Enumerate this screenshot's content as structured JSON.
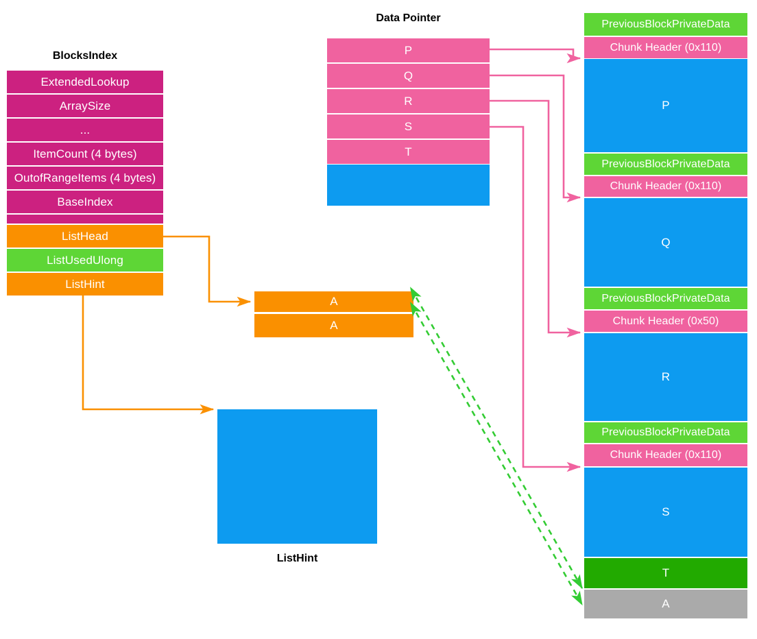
{
  "diagram": {
    "title_blocksindex": "BlocksIndex",
    "title_datapointer": "Data Pointer",
    "title_listhint": "ListHint"
  },
  "colors": {
    "magenta": "#cc2180",
    "pink": "#f0629f",
    "pink_arrow": "#f0629f",
    "orange": "#fa9000",
    "green_bright": "#5ed636",
    "green_dark": "#22aa00",
    "blue": "#0d9bf0",
    "gray": "#aaaaaa",
    "white": "#ffffff"
  },
  "blocks_index": {
    "label": "BlocksIndex",
    "rows": [
      {
        "label": "ExtendedLookup",
        "color": "magenta"
      },
      {
        "label": "ArraySize",
        "color": "magenta"
      },
      {
        "label": "...",
        "color": "magenta"
      },
      {
        "label": "ItemCount (4 bytes)",
        "color": "magenta"
      },
      {
        "label": "OutofRangeItems (4 bytes)",
        "color": "magenta"
      },
      {
        "label": "BaseIndex",
        "color": "magenta"
      },
      {
        "label": "ListHead",
        "color": "orange"
      },
      {
        "label": "ListUsedUlong",
        "color": "green_bright"
      },
      {
        "label": "ListHint",
        "color": "orange"
      }
    ]
  },
  "data_pointer": {
    "label": "Data Pointer",
    "rows": [
      {
        "label": "P",
        "color": "pink"
      },
      {
        "label": "Q",
        "color": "pink"
      },
      {
        "label": "R",
        "color": "pink"
      },
      {
        "label": "S",
        "color": "pink"
      },
      {
        "label": "T",
        "color": "pink"
      },
      {
        "label": "",
        "color": "blue"
      }
    ]
  },
  "list_head_array": {
    "rows": [
      {
        "label": "A",
        "color": "orange"
      },
      {
        "label": "A",
        "color": "orange"
      }
    ]
  },
  "list_hint_block": {
    "label": "",
    "caption": "ListHint",
    "color": "blue"
  },
  "heap": {
    "rows": [
      {
        "label": "PreviousBlockPrivateData",
        "color": "green_bright",
        "kind": "band"
      },
      {
        "label": "Chunk Header (0x110)",
        "color": "pink",
        "kind": "band"
      },
      {
        "label": "P",
        "color": "blue",
        "kind": "chunk"
      },
      {
        "label": "PreviousBlockPrivateData",
        "color": "green_bright",
        "kind": "band"
      },
      {
        "label": "Chunk Header (0x110)",
        "color": "pink",
        "kind": "band"
      },
      {
        "label": "Q",
        "color": "blue",
        "kind": "chunk"
      },
      {
        "label": "PreviousBlockPrivateData",
        "color": "green_bright",
        "kind": "band"
      },
      {
        "label": "Chunk Header (0x50)",
        "color": "pink",
        "kind": "band"
      },
      {
        "label": "R",
        "color": "blue",
        "kind": "chunk"
      },
      {
        "label": "PreviousBlockPrivateData",
        "color": "green_bright",
        "kind": "band"
      },
      {
        "label": "Chunk Header (0x110)",
        "color": "pink",
        "kind": "band"
      },
      {
        "label": "S",
        "color": "blue",
        "kind": "chunk"
      },
      {
        "label": "T",
        "color": "green_dark",
        "kind": "chunk"
      },
      {
        "label": "A",
        "color": "gray",
        "kind": "chunk"
      }
    ]
  },
  "connections": [
    {
      "name": "listhead-to-array",
      "from": "ListHead",
      "to": "A-array",
      "style": "solid",
      "color": "orange"
    },
    {
      "name": "listhint-to-block",
      "from": "ListHint",
      "to": "ListHint-block",
      "style": "solid",
      "color": "orange"
    },
    {
      "name": "pointer-p-to-chunk",
      "from": "P",
      "to": "chunk-P",
      "style": "solid",
      "color": "pink"
    },
    {
      "name": "pointer-q-to-chunk",
      "from": "Q",
      "to": "chunk-Q",
      "style": "solid",
      "color": "pink"
    },
    {
      "name": "pointer-r-to-chunk",
      "from": "R",
      "to": "chunk-R",
      "style": "solid",
      "color": "pink"
    },
    {
      "name": "pointer-s-to-chunk",
      "from": "S",
      "to": "chunk-S",
      "style": "solid",
      "color": "pink"
    },
    {
      "name": "array-a-to-heap-a-1",
      "from": "A-array-row-1",
      "to": "heap-A",
      "style": "dashed",
      "color": "green_dark"
    },
    {
      "name": "array-a-to-heap-a-2",
      "from": "A-array-row-2",
      "to": "heap-A",
      "style": "dashed",
      "color": "green_dark"
    }
  ]
}
